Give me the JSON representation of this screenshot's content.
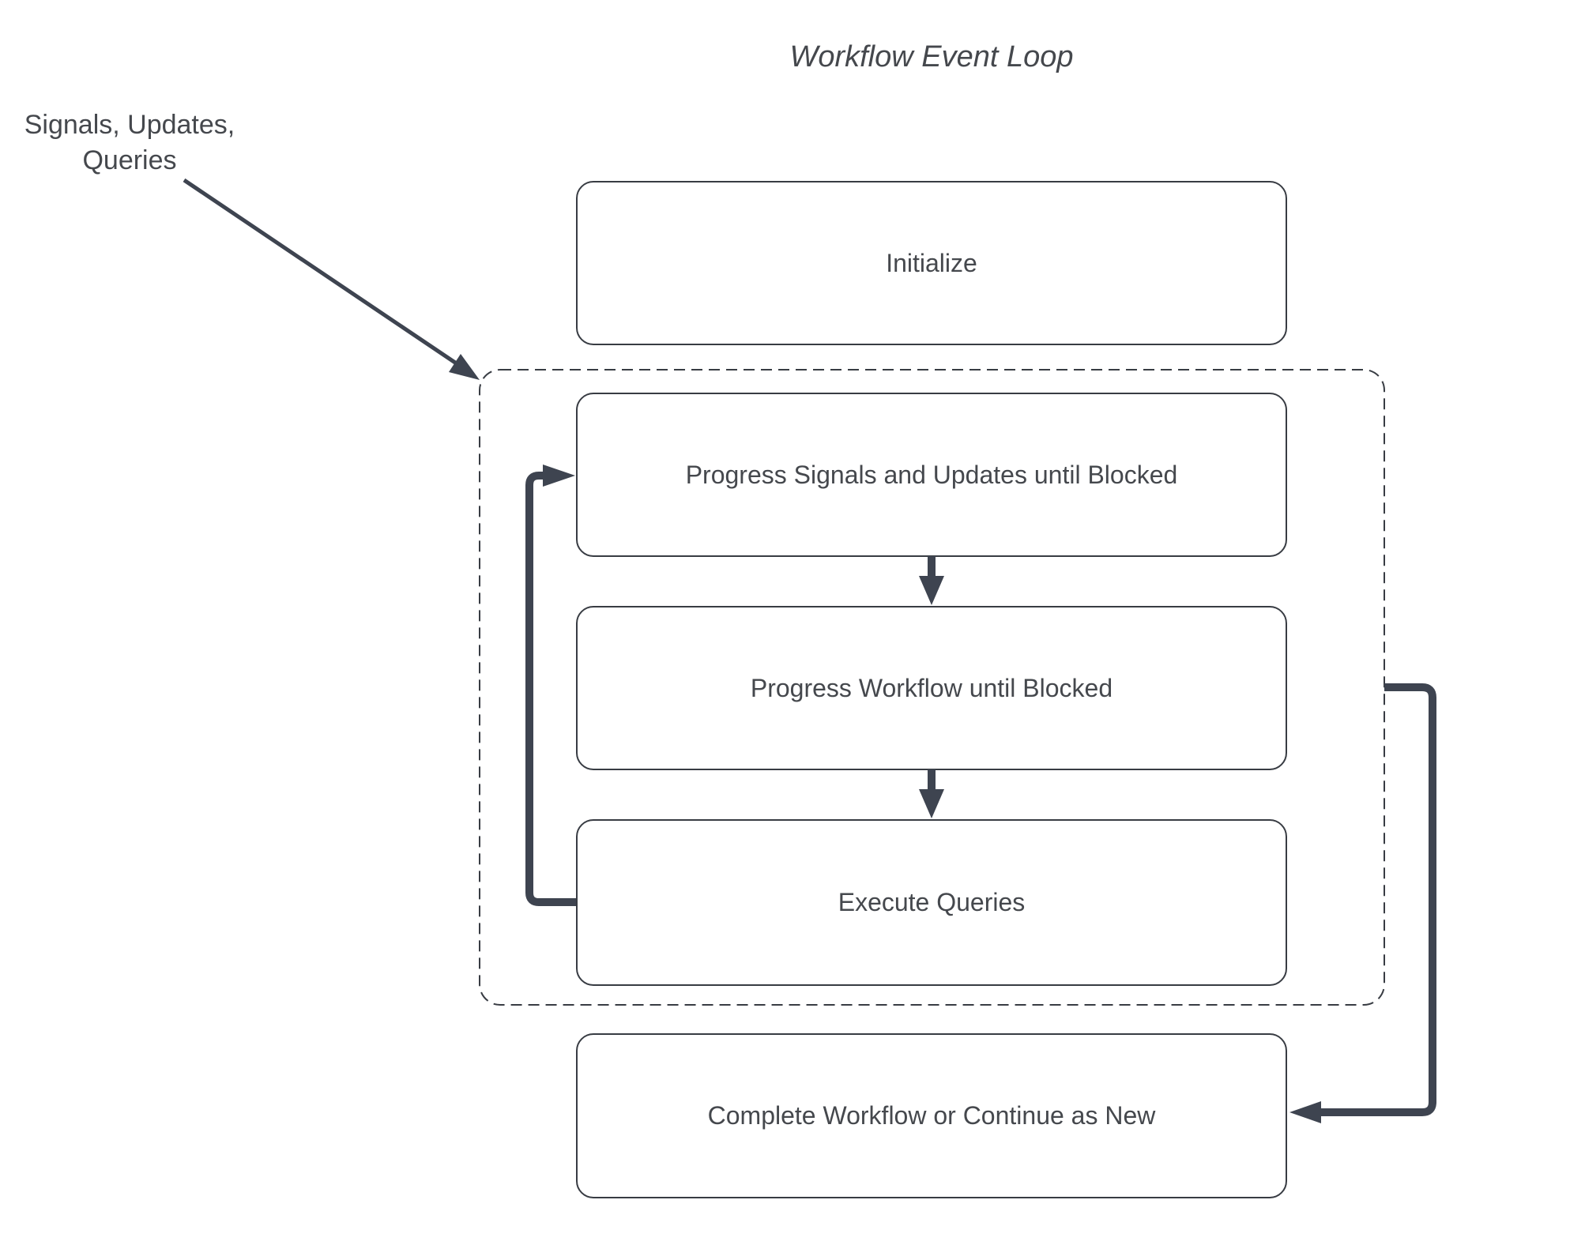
{
  "title": "Workflow Event Loop",
  "annotation": {
    "label": "Signals, Updates,\nQueries"
  },
  "nodes": [
    {
      "id": "initialize",
      "label": "Initialize"
    },
    {
      "id": "progress-signals-updates",
      "label": "Progress Signals and Updates until Blocked"
    },
    {
      "id": "progress-workflow",
      "label": "Progress Workflow until Blocked"
    },
    {
      "id": "execute-queries",
      "label": "Execute Queries"
    },
    {
      "id": "complete-or-continue",
      "label": "Complete Workflow or Continue as New"
    }
  ],
  "colors": {
    "arrow": "#3e4450",
    "border": "#383c43",
    "text": "#45484d",
    "background": "#ffffff"
  }
}
